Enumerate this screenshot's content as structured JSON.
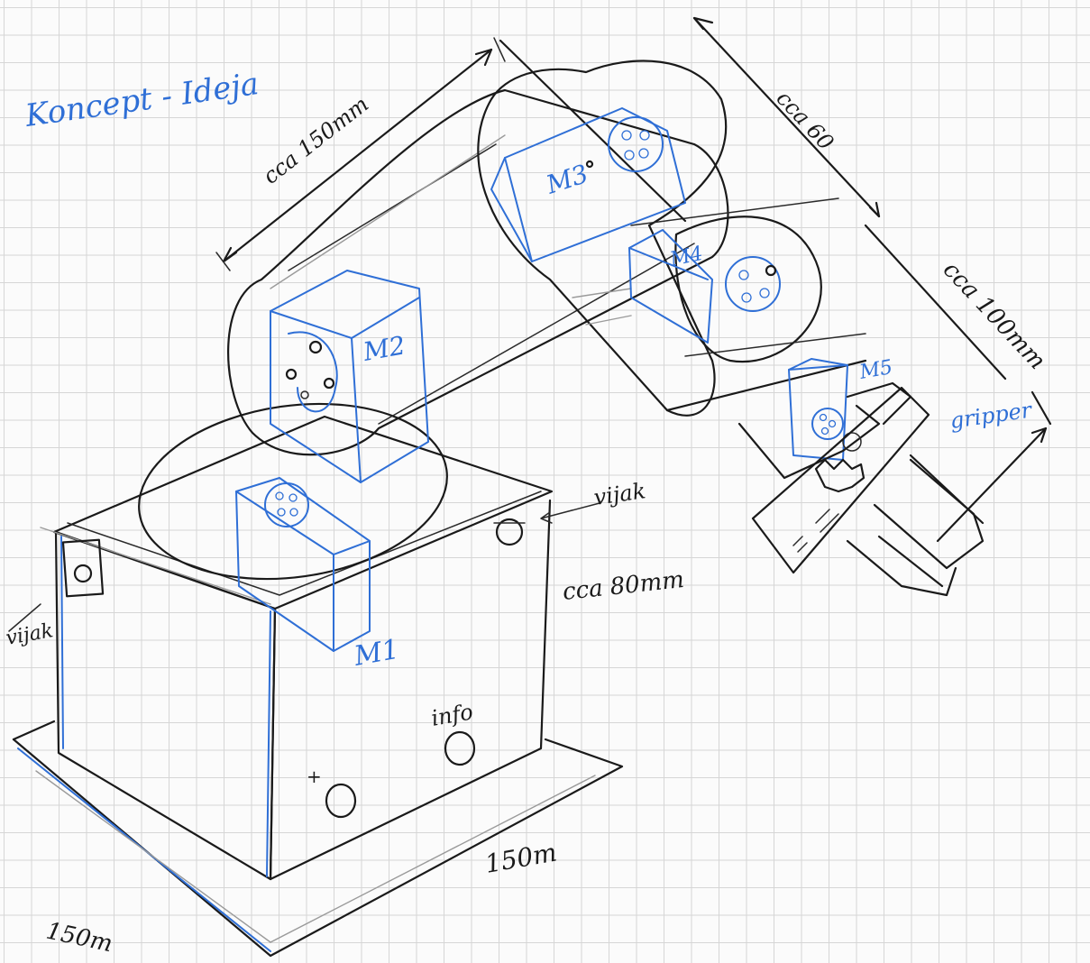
{
  "title": "Koncept - Ideja",
  "labels": {
    "arm_length": "cca 150mm",
    "forearm_width": "cca 60",
    "forearm_length": "cca 100mm",
    "gripper": "gripper",
    "height": "cca 80mm",
    "base_width_left": "150m",
    "base_width_right": "150m",
    "screw_right": "vijak",
    "screw_left": "vijak",
    "info": "info",
    "plus": "+"
  },
  "motors": {
    "m1": "M1",
    "m2": "M2",
    "m3": "M3",
    "m4": "M4",
    "m5": "M5"
  },
  "colors": {
    "ink_black": "#1a1a1a",
    "ink_blue": "#2f6fd6",
    "grid": "#d6d6d6",
    "paper": "#fbfbfb"
  }
}
